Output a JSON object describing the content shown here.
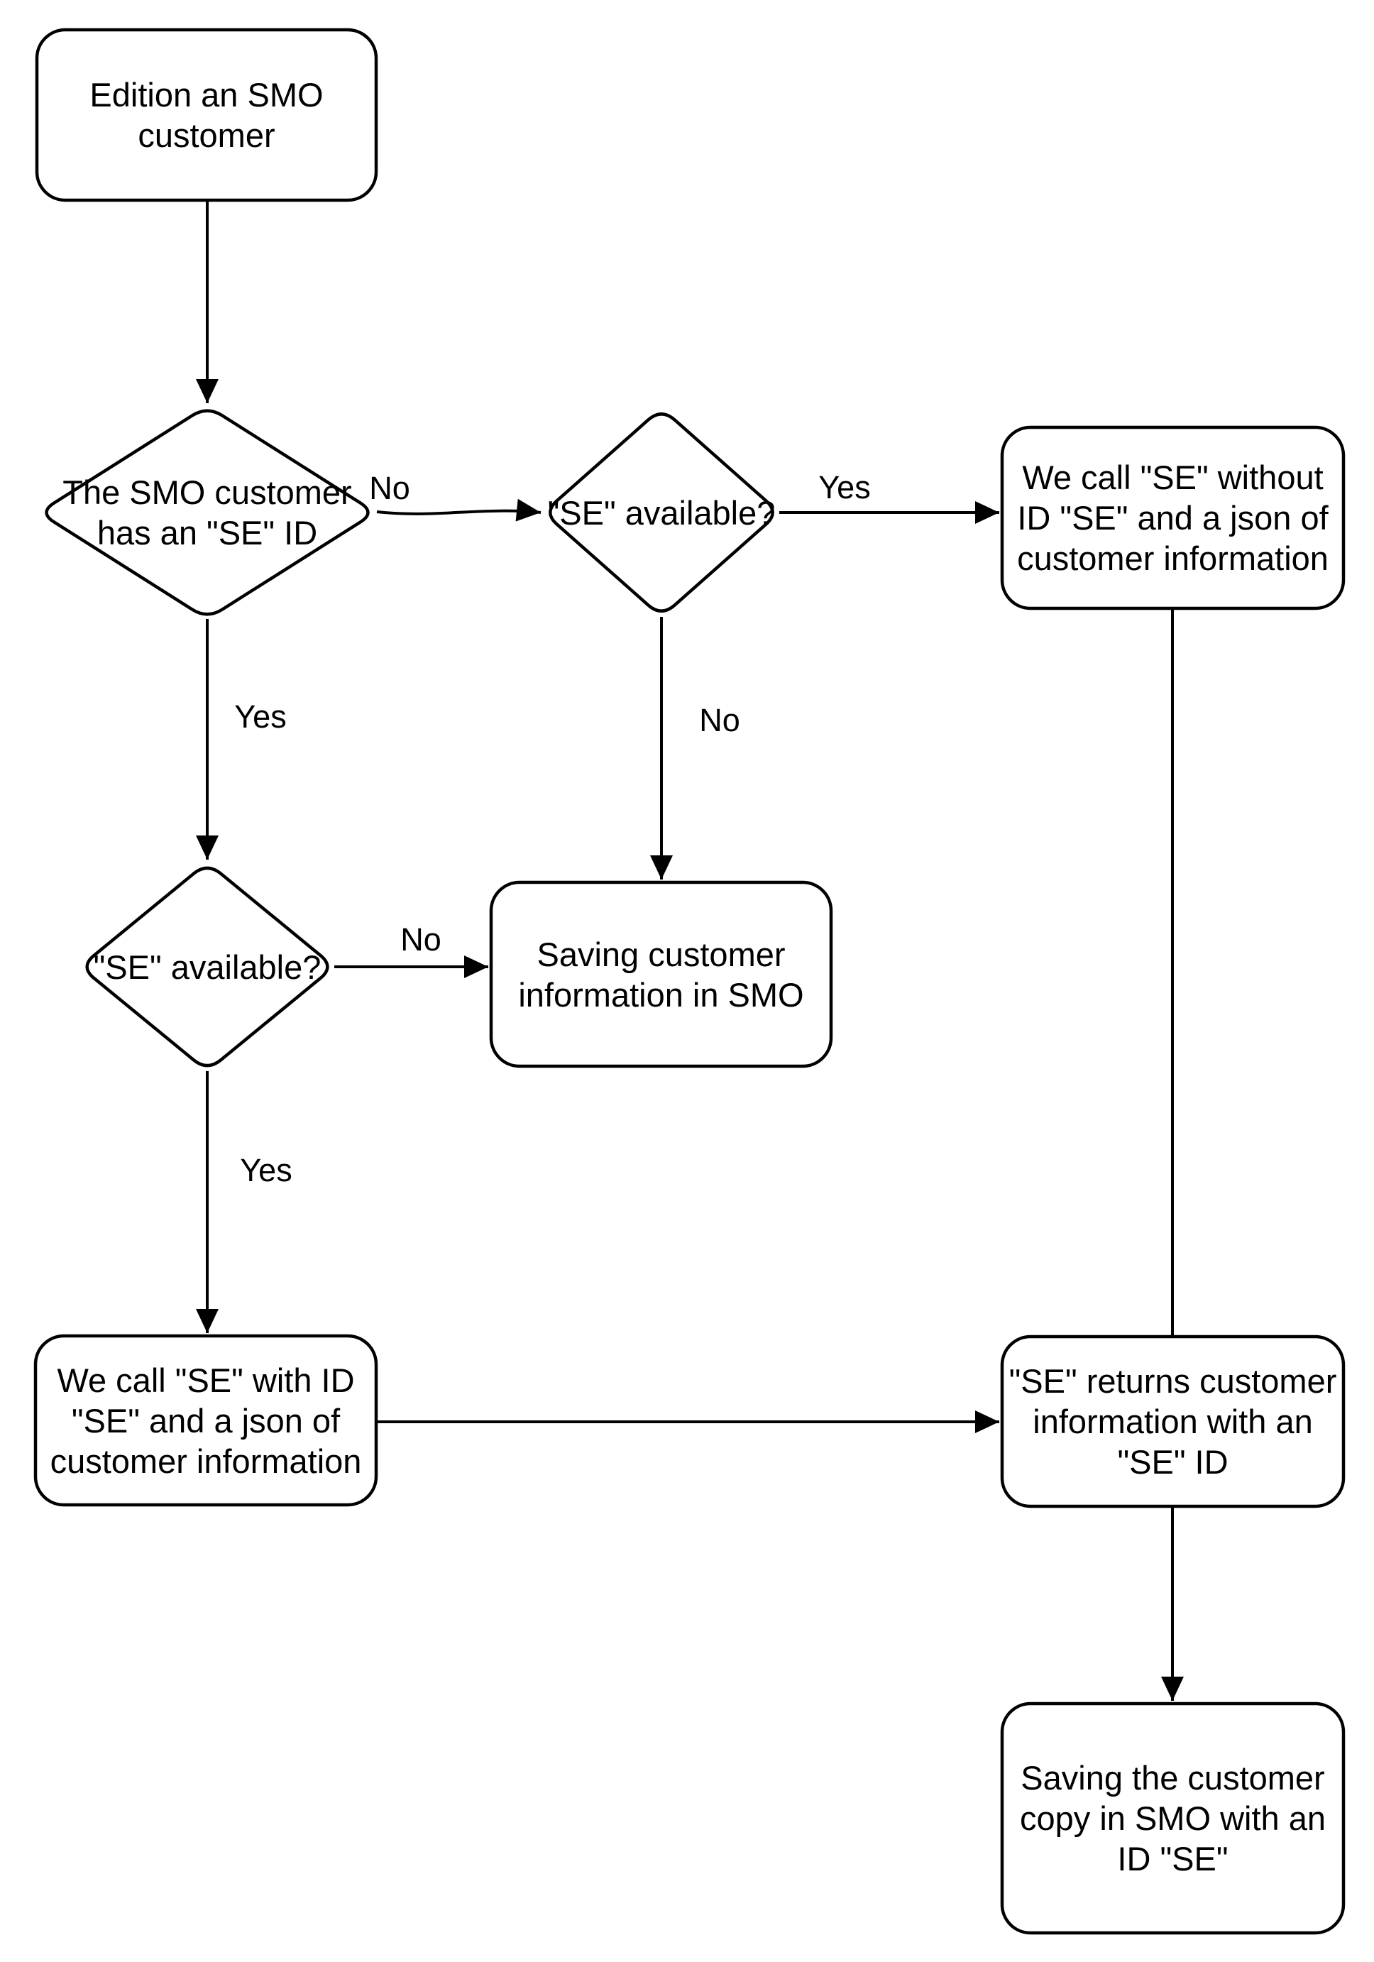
{
  "flowchart": {
    "colors": {
      "stroke": "#000000",
      "node_fill": "#ffffff",
      "text": "#000000",
      "background": "#ffffff"
    },
    "nodes": {
      "start": {
        "shape": "rounded-rect",
        "label": "Edition an SMO\ncustomer"
      },
      "has_se_id": {
        "shape": "diamond",
        "label": "The SMO customer\nhas an \"SE\" ID"
      },
      "se_available_top": {
        "shape": "diamond",
        "label": "\"SE\" available?"
      },
      "call_se_without_id": {
        "shape": "rounded-rect",
        "label": "We call \"SE\" without\nID \"SE\" and a json of\ncustomer information"
      },
      "se_available_left": {
        "shape": "diamond",
        "label": "\"SE\" available?"
      },
      "saving_customer_info": {
        "shape": "rounded-rect",
        "label": "Saving customer\ninformation in SMO"
      },
      "call_se_with_id": {
        "shape": "rounded-rect",
        "label": "We call \"SE\" with ID\n\"SE\" and a json of\ncustomer information"
      },
      "se_returns_info": {
        "shape": "rounded-rect",
        "label": "\"SE\" returns customer\ninformation with an\n\"SE\" ID"
      },
      "saving_customer_copy": {
        "shape": "rounded-rect",
        "label": "Saving the customer\ncopy in SMO with an\nID \"SE\""
      }
    },
    "edge_labels": {
      "no_has_id": "No",
      "yes_has_id": "Yes",
      "yes_available_top": "Yes",
      "no_available_top": "No",
      "no_available_left": "No",
      "yes_available_left": "Yes"
    }
  }
}
